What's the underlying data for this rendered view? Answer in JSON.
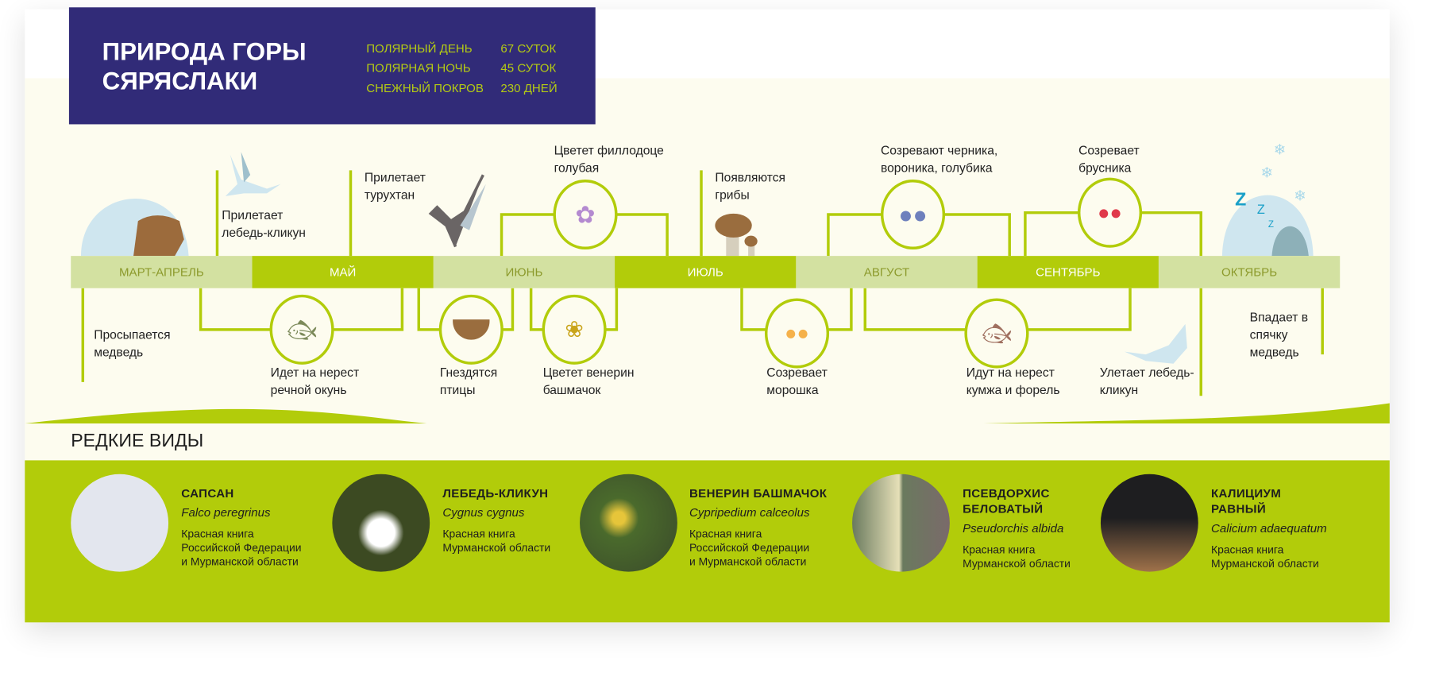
{
  "header": {
    "title_line1": "ПРИРОДА ГОРЫ",
    "title_line2": "СЯРЯСЛАКИ",
    "stats": [
      {
        "label": "ПОЛЯРНЫЙ ДЕНЬ",
        "value": "67 СУТОК"
      },
      {
        "label": "ПОЛЯРНАЯ НОЧЬ",
        "value": "45 СУТОК"
      },
      {
        "label": "СНЕЖНЫЙ ПОКРОВ",
        "value": "230 ДНЕЙ"
      }
    ]
  },
  "months": [
    "МАРТ-АПРЕЛЬ",
    "МАЙ",
    "ИЮНЬ",
    "ИЮЛЬ",
    "АВГУСТ",
    "СЕНТЯБРЬ",
    "ОКТЯБРЬ"
  ],
  "events_top": {
    "swan_arrives": "Прилетает лебедь-кликун",
    "ruff": "Прилетает турухтан",
    "phyllodoce": "Цветет филлодоце голубая",
    "mushrooms": "Появляются грибы",
    "berries": "Созревают черника, вороника, голубика",
    "lingonberry": "Созревает брусника",
    "zzz": "Z"
  },
  "events_bottom": {
    "bear_wakes": "Просыпается медведь",
    "perch": "Идет на нерест речной окунь",
    "birds_nest": "Гнездятся птицы",
    "slipper": "Цветет венерин башмачок",
    "cloudberry": "Созревает морошка",
    "trout": "Идут на нерест кумжа и форель",
    "swan_leaves": "Улетает лебедь-кликун",
    "bear_sleeps": "Впадает в спячку медведь"
  },
  "rare": {
    "title": "РЕДКИЕ ВИДЫ",
    "species": [
      {
        "name": "САПСАН",
        "latin": "Falco peregrinus",
        "status": "Красная книга Российской Федерации и Мурманской области"
      },
      {
        "name": "ЛЕБЕДЬ-КЛИКУН",
        "latin": "Cygnus cygnus",
        "status": "Красная книга Мурманской области"
      },
      {
        "name": "ВЕНЕРИН БАШМАЧОК",
        "latin": "Cypripedium calceolus",
        "status": "Красная книга Российской Федерации и Мурманской области"
      },
      {
        "name": "ПСЕВДОРХИС БЕЛОВАТЫЙ",
        "latin": "Pseudorchis albida",
        "status": "Красная книга Мурманской области"
      },
      {
        "name": "КАЛИЦИУМ РАВНЫЙ",
        "latin": "Calicium adaequatum",
        "status": "Красная книга Мурманской области"
      }
    ]
  },
  "colors": {
    "header_bg": "#312b78",
    "accent": "#b2cc0a",
    "light_segment": "#d3e1a1",
    "cream": "#fdfcef"
  }
}
